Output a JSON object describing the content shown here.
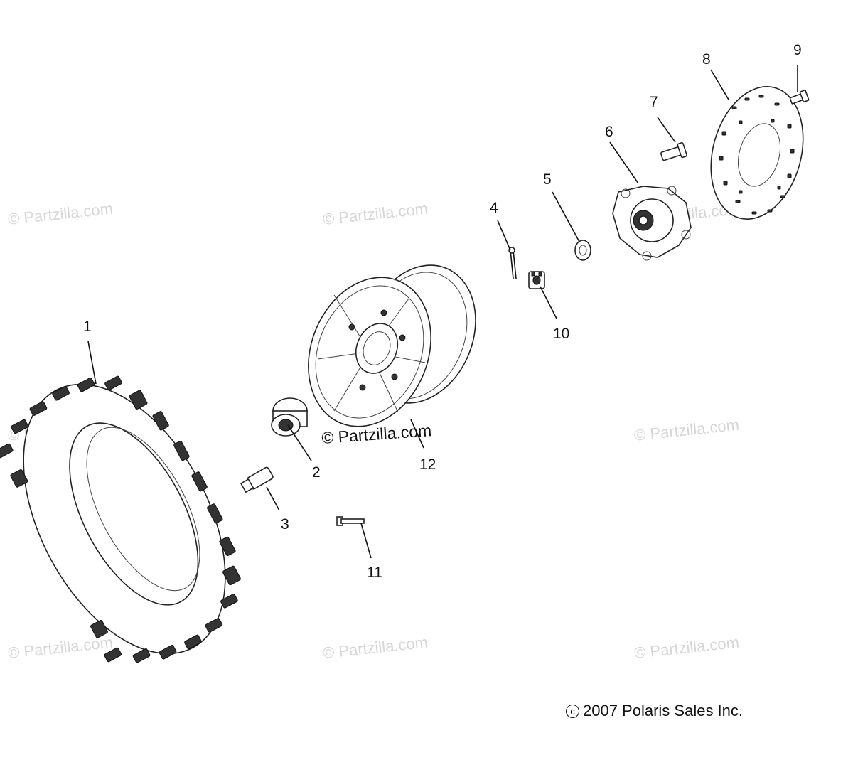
{
  "watermark": "© Partzilla.com",
  "copyright": {
    "symbol": "c",
    "text": "2007 Polaris Sales Inc."
  },
  "callouts": [
    "1",
    "2",
    "3",
    "4",
    "5",
    "6",
    "7",
    "8",
    "9",
    "10",
    "11",
    "12"
  ]
}
